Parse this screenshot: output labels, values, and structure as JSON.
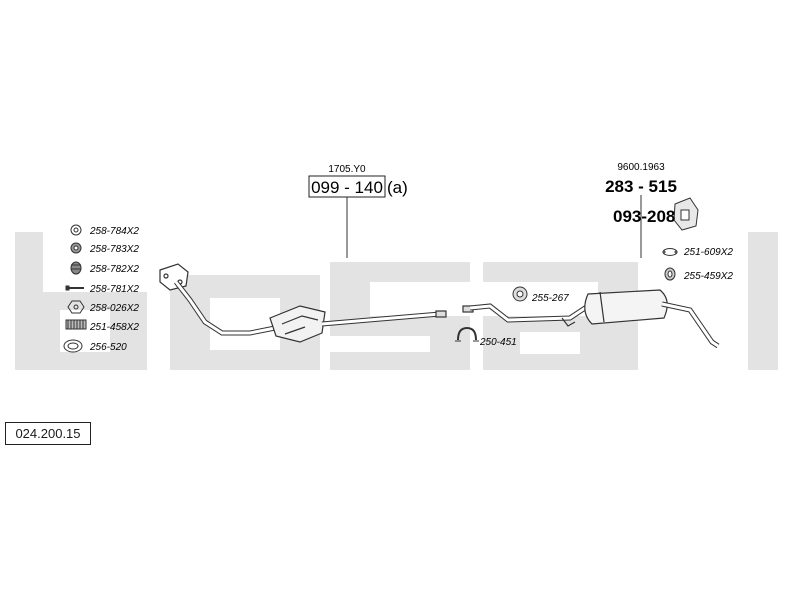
{
  "watermark": {
    "text": "bosal",
    "color": "#e3e3e3"
  },
  "reference": "024.200.15",
  "front_pipe": {
    "label": "1705.Y0",
    "code_main": "099 - 140",
    "code_suffix": "(a)"
  },
  "rear_silencer": {
    "label": "9600.1963",
    "code": "283 - 515"
  },
  "bracket": {
    "code": "093-208"
  },
  "parts_left": [
    {
      "id": "258-784X2",
      "icon": "nut-icon"
    },
    {
      "id": "258-783X2",
      "icon": "washer-icon"
    },
    {
      "id": "258-782X2",
      "icon": "spring-icon"
    },
    {
      "id": "258-781X2",
      "icon": "bolt-icon"
    },
    {
      "id": "258-026X2",
      "icon": "hex-nut-icon"
    },
    {
      "id": "251-458X2",
      "icon": "spring-coil-icon"
    },
    {
      "id": "256-520",
      "icon": "gasket-ring-icon"
    }
  ],
  "parts_mid": [
    {
      "id": "255-267",
      "icon": "rubber-ring-icon"
    },
    {
      "id": "250-451",
      "icon": "u-clamp-icon"
    }
  ],
  "parts_right": [
    {
      "id": "251-609X2",
      "icon": "flange-gasket-icon"
    },
    {
      "id": "255-459X2",
      "icon": "rubber-mount-icon"
    }
  ]
}
